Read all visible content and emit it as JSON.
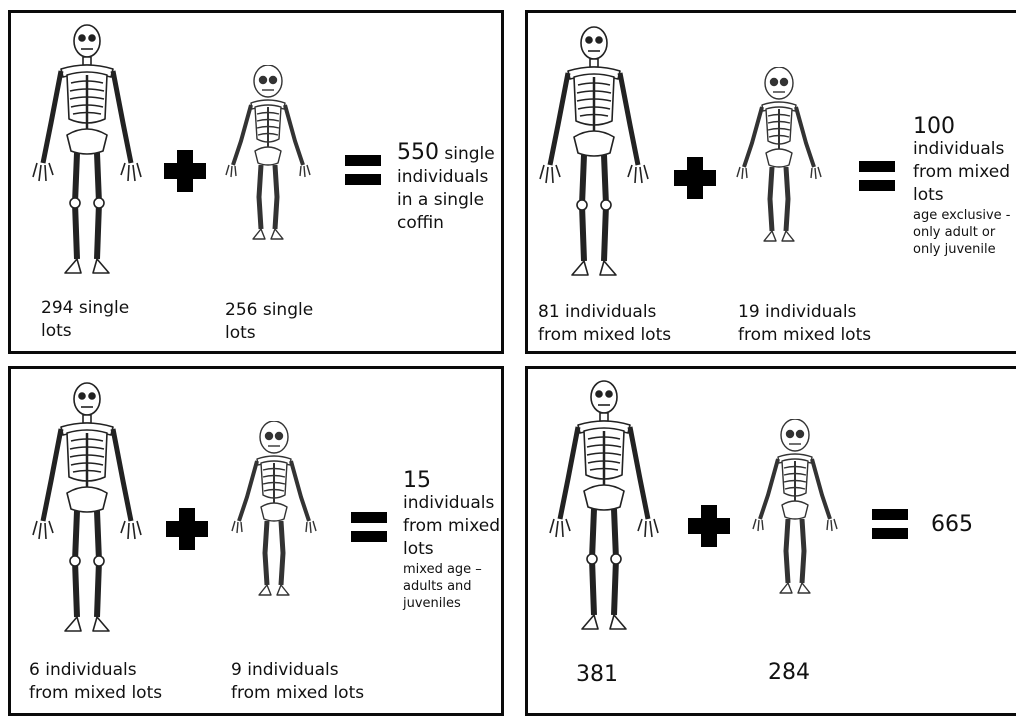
{
  "panels": [
    {
      "adult_label": [
        "294 single",
        "lots"
      ],
      "juvenile_label": [
        "256 single",
        "lots"
      ],
      "result_number": "550",
      "result_text_inline": " single",
      "result_lines": [
        "individuals",
        "in a single",
        "coffin"
      ]
    },
    {
      "adult_label": [
        "81 individuals",
        "from mixed lots"
      ],
      "juvenile_label": [
        "19 individuals",
        "from mixed lots"
      ],
      "result_number": "100",
      "result_lines": [
        "individuals",
        "from mixed",
        "lots"
      ],
      "result_note": [
        "age exclusive -",
        "only adult or",
        "only juvenile"
      ]
    },
    {
      "adult_label": [
        "6 individuals",
        "from mixed lots"
      ],
      "juvenile_label": [
        "9 individuals",
        "from mixed lots"
      ],
      "result_number": "15",
      "result_lines": [
        "individuals",
        "from mixed",
        "lots"
      ],
      "result_note": [
        "mixed age –",
        "adults and",
        "juveniles"
      ]
    },
    {
      "adult_label": [
        "381"
      ],
      "juvenile_label": [
        "284"
      ],
      "result_number": "665"
    }
  ],
  "icons": {
    "adult": "adult-skeleton-icon",
    "juvenile": "juvenile-skeleton-icon",
    "plus": "plus-icon",
    "equals": "equals-icon"
  }
}
